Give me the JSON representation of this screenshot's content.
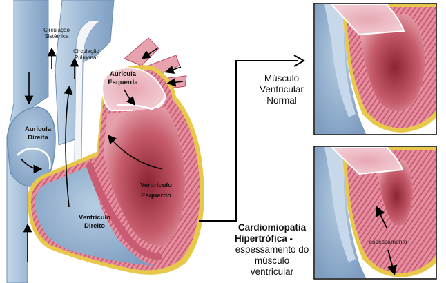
{
  "labels": {
    "circ_sistemica_1": "Circulação",
    "circ_sistemica_2": "Sistémica",
    "circ_pulmonar_1": "Circulação",
    "circ_pulmonar_2": "Pulmonar",
    "auricula_esq_1": "Aurícula",
    "auricula_esq_2": "Esquerda",
    "auricula_dir_1": "Aurícula",
    "auricula_dir_2": "Direita",
    "ventriculo_esq_1": "Ventrículo",
    "ventriculo_esq_2": "Esquerdo",
    "ventriculo_dir_1": "Ventrículo",
    "ventriculo_dir_2": "Direito",
    "normal_1": "Músculo",
    "normal_2": "Ventricular",
    "normal_3": "Normal",
    "hcm_1": "Cardiomiopatia",
    "hcm_2": "Hipertrófica -",
    "hcm_3": "espessamento do",
    "hcm_4": "músculo",
    "hcm_5": "ventricular",
    "espessamento": "espessamento"
  },
  "colors": {
    "vein_blue": "#9cb8d4",
    "vein_dark": "#6d8fb5",
    "muscle_pink": "#e48c9e",
    "muscle_dark": "#b9475f",
    "chamber_red": "#c96270",
    "fat_yellow": "#e8c84a",
    "arrow": "#000000"
  }
}
